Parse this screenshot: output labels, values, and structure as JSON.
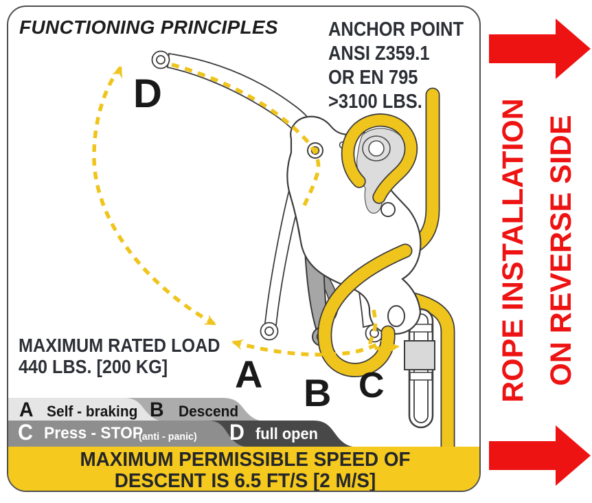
{
  "panel": {
    "title": "FUNCTIONING PRINCIPLES",
    "anchor_note": {
      "lines": [
        "ANCHOR POINT",
        "ANSI Z359.1",
        "OR EN 795",
        ">3100 LBS."
      ]
    },
    "max_load": {
      "lines": [
        "MAXIMUM RATED LOAD",
        "440 LBS. [200 KG]"
      ]
    },
    "position_labels": {
      "a": "A",
      "b": "B",
      "c": "C",
      "d": "D"
    },
    "legend": [
      {
        "key": "A",
        "label": "Self - braking"
      },
      {
        "key": "B",
        "label": "Descend"
      },
      {
        "key": "C",
        "label": "Press - STOP",
        "suffix": "(anti - panic)"
      },
      {
        "key": "D",
        "label": "full open"
      }
    ],
    "speed_banner": {
      "lines": [
        "MAXIMUM PERMISSIBLE SPEED OF",
        "DESCENT IS 6.5 FT/S [2 M/S]"
      ]
    }
  },
  "side_note": {
    "lines": [
      "ROPE INSTALLATION",
      "ON REVERSE SIDE"
    ]
  },
  "colors": {
    "accent_yellow": "#EFC41D",
    "banner_yellow": "#F5C91D",
    "warning_red": "#EE1313",
    "ink": "#2C2F35",
    "legend_light": "#E5E5E5",
    "legend_mid": "#ACACAC",
    "legend_gray": "#8E8E8E",
    "legend_dark": "#484848"
  }
}
